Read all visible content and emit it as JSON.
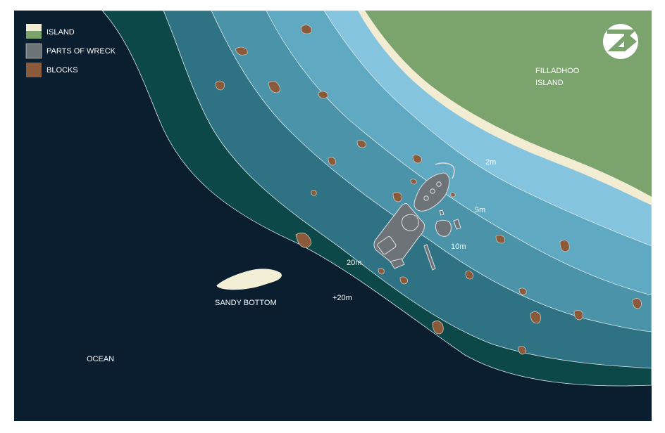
{
  "legend": {
    "island": "ISLAND",
    "wreck": "PARTS OF WRECK",
    "blocks": "BLOCKS"
  },
  "labels": {
    "island_name_line1": "FILLADHOO",
    "island_name_line2": "ISLAND",
    "depth_2": "2m",
    "depth_5": "5m",
    "depth_10": "10m",
    "depth_20": "20m",
    "depth_20_plus": "+20m",
    "sandy_bottom": "SANDY BOTTOM",
    "ocean": "OCEAN"
  },
  "colors": {
    "ocean": "#0a1e30",
    "zone_20_plus": "#0c4848",
    "zone_20": "#2f7283",
    "zone_10": "#4a93a8",
    "zone_5": "#5fa9c2",
    "zone_2": "#84c4de",
    "island_green": "#7ba36e",
    "beach": "#f2ecd3",
    "sand": "#f3eed6",
    "wreck": "#6e7378",
    "block": "#8a5a3a"
  },
  "logo_icon": "zd-compass-logo"
}
